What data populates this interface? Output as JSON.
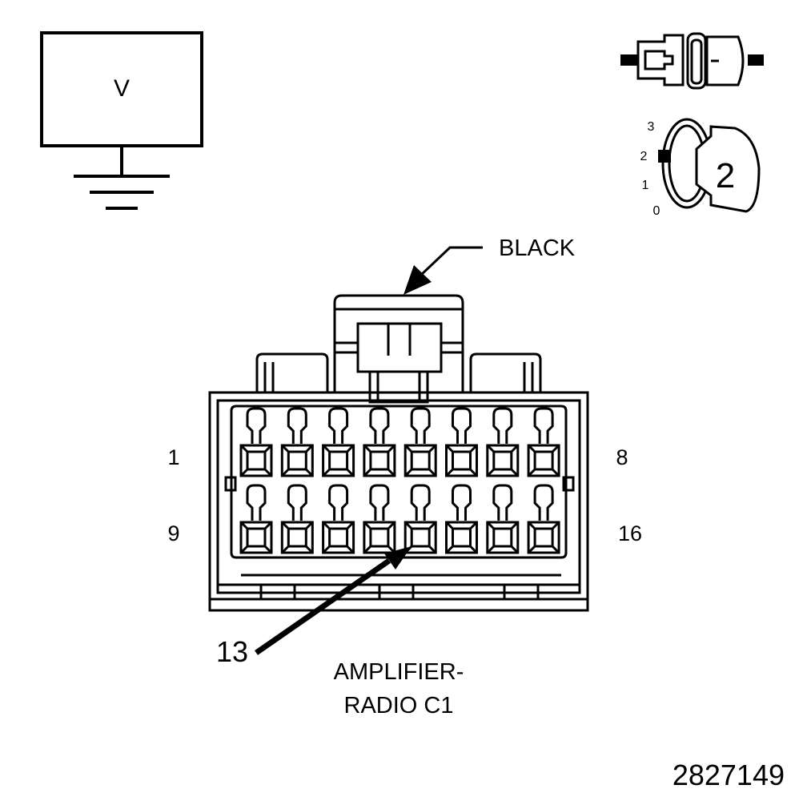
{
  "voltmeter": {
    "symbol": "V"
  },
  "key_switch": {
    "positions": [
      "3",
      "2",
      "1",
      "0"
    ],
    "key_number": "2"
  },
  "connector": {
    "color_label": "BLACK",
    "pin_top_left": "1",
    "pin_top_right": "8",
    "pin_bottom_left": "9",
    "pin_bottom_right": "16",
    "pin_callout": "13",
    "name_line1": "AMPLIFIER-",
    "name_line2": "RADIO C1",
    "pins_per_row": 8,
    "rows": 2
  },
  "figure_number": "2827149"
}
